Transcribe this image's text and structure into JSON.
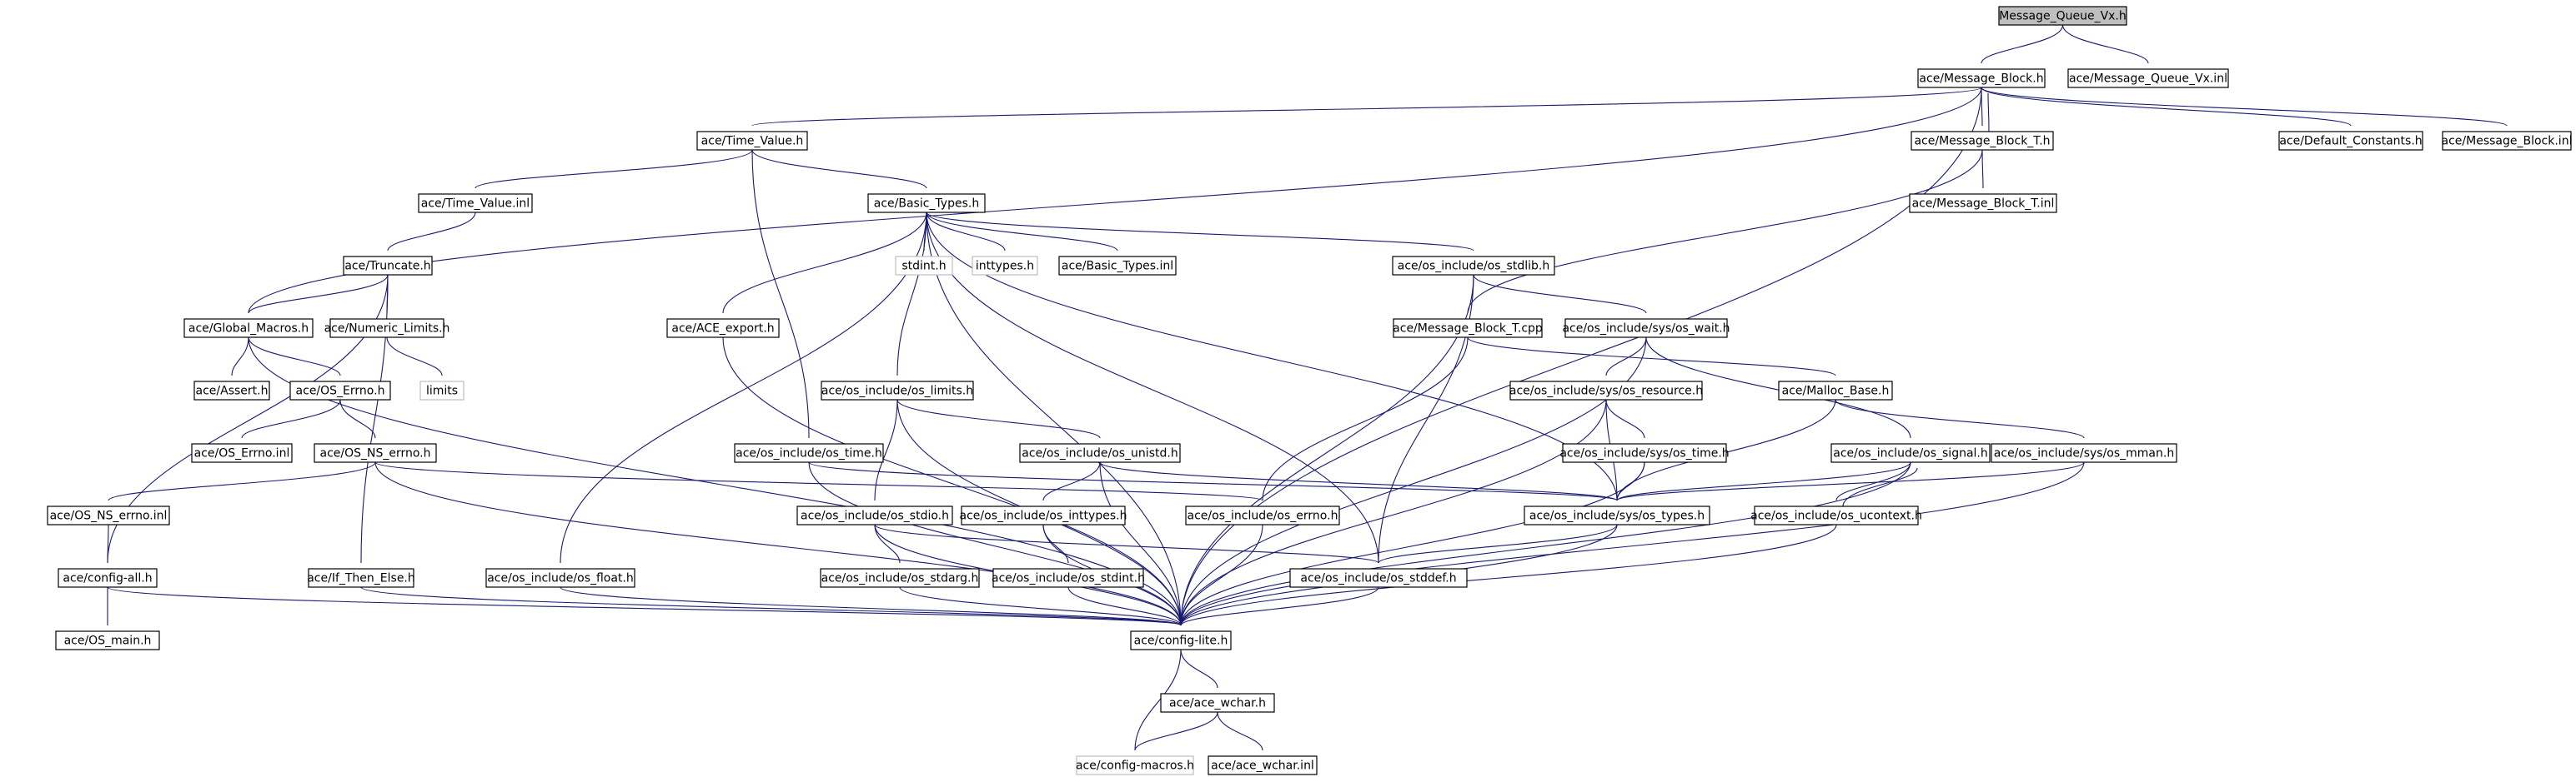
{
  "graph": {
    "nodes": [
      {
        "id": "mqvx",
        "label": "Message_Queue_Vx.h",
        "style": "root"
      },
      {
        "id": "mb",
        "label": "ace/Message_Block.h"
      },
      {
        "id": "mqvxinl",
        "label": "ace/Message_Queue_Vx.inl"
      },
      {
        "id": "tv",
        "label": "ace/Time_Value.h"
      },
      {
        "id": "mbt",
        "label": "ace/Message_Block_T.h"
      },
      {
        "id": "dc",
        "label": "ace/Default_Constants.h"
      },
      {
        "id": "mbinl",
        "label": "ace/Message_Block.inl"
      },
      {
        "id": "mbtinl",
        "label": "ace/Message_Block_T.inl"
      },
      {
        "id": "tvinl",
        "label": "ace/Time_Value.inl"
      },
      {
        "id": "bt",
        "label": "ace/Basic_Types.h"
      },
      {
        "id": "tr",
        "label": "ace/Truncate.h"
      },
      {
        "id": "stdint",
        "label": "stdint.h",
        "style": "ext"
      },
      {
        "id": "inttypes",
        "label": "inttypes.h",
        "style": "ext"
      },
      {
        "id": "btinl",
        "label": "ace/Basic_Types.inl"
      },
      {
        "id": "stdlib",
        "label": "ace/os_include/os_stdlib.h"
      },
      {
        "id": "gm",
        "label": "ace/Global_Macros.h"
      },
      {
        "id": "nl",
        "label": "ace/Numeric_Limits.h"
      },
      {
        "id": "ae",
        "label": "ace/ACE_export.h"
      },
      {
        "id": "mbtcpp",
        "label": "ace/Message_Block_T.cpp"
      },
      {
        "id": "wait",
        "label": "ace/os_include/sys/os_wait.h"
      },
      {
        "id": "as",
        "label": "ace/Assert.h"
      },
      {
        "id": "oe",
        "label": "ace/OS_Errno.h"
      },
      {
        "id": "lim",
        "label": "limits",
        "style": "ext"
      },
      {
        "id": "limits",
        "label": "ace/os_include/os_limits.h"
      },
      {
        "id": "res",
        "label": "ace/os_include/sys/os_resource.h"
      },
      {
        "id": "mbase",
        "label": "ace/Malloc_Base.h"
      },
      {
        "id": "oeinl",
        "label": "ace/OS_Errno.inl"
      },
      {
        "id": "nse",
        "label": "ace/OS_NS_errno.h"
      },
      {
        "id": "time",
        "label": "ace/os_include/os_time.h"
      },
      {
        "id": "unistd",
        "label": "ace/os_include/os_unistd.h"
      },
      {
        "id": "stime",
        "label": "ace/os_include/sys/os_time.h"
      },
      {
        "id": "sig",
        "label": "ace/os_include/os_signal.h"
      },
      {
        "id": "mman",
        "label": "ace/os_include/sys/os_mman.h"
      },
      {
        "id": "nseinl",
        "label": "ace/OS_NS_errno.inl"
      },
      {
        "id": "stdio",
        "label": "ace/os_include/os_stdio.h"
      },
      {
        "id": "intt",
        "label": "ace/os_include/os_inttypes.h"
      },
      {
        "id": "errno",
        "label": "ace/os_include/os_errno.h"
      },
      {
        "id": "types",
        "label": "ace/os_include/sys/os_types.h"
      },
      {
        "id": "uctx",
        "label": "ace/os_include/os_ucontext.h"
      },
      {
        "id": "ca",
        "label": "ace/config-all.h"
      },
      {
        "id": "ite",
        "label": "ace/If_Then_Else.h"
      },
      {
        "id": "float",
        "label": "ace/os_include/os_float.h"
      },
      {
        "id": "stdarg",
        "label": "ace/os_include/os_stdarg.h"
      },
      {
        "id": "sint",
        "label": "ace/os_include/os_stdint.h"
      },
      {
        "id": "stddef",
        "label": "ace/os_include/os_stddef.h"
      },
      {
        "id": "cl",
        "label": "ace/config-lite.h"
      },
      {
        "id": "osmain",
        "label": "ace/OS_main.h"
      },
      {
        "id": "wchar",
        "label": "ace/ace_wchar.h"
      },
      {
        "id": "cm",
        "label": "ace/config-macros.h",
        "style": "ext"
      },
      {
        "id": "wcharinl",
        "label": "ace/ace_wchar.inl"
      }
    ],
    "edges": [
      [
        "mqvx",
        "mb"
      ],
      [
        "mqvx",
        "mqvxinl"
      ],
      [
        "mb",
        "tv"
      ],
      [
        "mb",
        "mbt"
      ],
      [
        "mb",
        "dc"
      ],
      [
        "mb",
        "mbinl"
      ],
      [
        "mb",
        "gm"
      ],
      [
        "mb",
        "cl"
      ],
      [
        "mbt",
        "mb"
      ],
      [
        "mbt",
        "mbtinl"
      ],
      [
        "mbt",
        "mbtcpp"
      ],
      [
        "tv",
        "tvinl"
      ],
      [
        "tv",
        "bt"
      ],
      [
        "tv",
        "time"
      ],
      [
        "tvinl",
        "tr"
      ],
      [
        "tr",
        "gm"
      ],
      [
        "tr",
        "nl"
      ],
      [
        "tr",
        "ite"
      ],
      [
        "tr",
        "ca"
      ],
      [
        "nl",
        "lim"
      ],
      [
        "gm",
        "as"
      ],
      [
        "gm",
        "oe"
      ],
      [
        "gm",
        "cl"
      ],
      [
        "oe",
        "oeinl"
      ],
      [
        "oe",
        "nse"
      ],
      [
        "nse",
        "nseinl"
      ],
      [
        "nse",
        "errno"
      ],
      [
        "nse",
        "cl"
      ],
      [
        "nseinl",
        "ca"
      ],
      [
        "ca",
        "osmain"
      ],
      [
        "ca",
        "cl"
      ],
      [
        "ite",
        "cl"
      ],
      [
        "bt",
        "stdint"
      ],
      [
        "bt",
        "inttypes"
      ],
      [
        "bt",
        "btinl"
      ],
      [
        "bt",
        "stdlib"
      ],
      [
        "bt",
        "ae"
      ],
      [
        "bt",
        "limits"
      ],
      [
        "bt",
        "float"
      ],
      [
        "bt",
        "cl"
      ],
      [
        "bt",
        "stddef"
      ],
      [
        "bt",
        "types"
      ],
      [
        "ae",
        "cl"
      ],
      [
        "stdlib",
        "wait"
      ],
      [
        "stdlib",
        "stddef"
      ],
      [
        "stdlib",
        "cl"
      ],
      [
        "wait",
        "res"
      ],
      [
        "wait",
        "sig"
      ],
      [
        "wait",
        "cl"
      ],
      [
        "res",
        "stime"
      ],
      [
        "res",
        "types"
      ],
      [
        "res",
        "cl"
      ],
      [
        "stime",
        "types"
      ],
      [
        "stime",
        "cl"
      ],
      [
        "mbtcpp",
        "mbase"
      ],
      [
        "mbtcpp",
        "errno"
      ],
      [
        "mbase",
        "mman"
      ],
      [
        "mbase",
        "types"
      ],
      [
        "mman",
        "types"
      ],
      [
        "mman",
        "cl"
      ],
      [
        "sig",
        "types"
      ],
      [
        "sig",
        "uctx"
      ],
      [
        "sig",
        "cl"
      ],
      [
        "uctx",
        "sig"
      ],
      [
        "uctx",
        "cl"
      ],
      [
        "limits",
        "unistd"
      ],
      [
        "limits",
        "stdio"
      ],
      [
        "limits",
        "cl"
      ],
      [
        "unistd",
        "intt"
      ],
      [
        "unistd",
        "types"
      ],
      [
        "unistd",
        "cl"
      ],
      [
        "time",
        "types"
      ],
      [
        "time",
        "cl"
      ],
      [
        "intt",
        "sint"
      ],
      [
        "intt",
        "cl"
      ],
      [
        "stdio",
        "stdarg"
      ],
      [
        "stdio",
        "stddef"
      ],
      [
        "stdio",
        "cl"
      ],
      [
        "stdarg",
        "cl"
      ],
      [
        "sint",
        "cl"
      ],
      [
        "errno",
        "cl"
      ],
      [
        "float",
        "cl"
      ],
      [
        "types",
        "stddef"
      ],
      [
        "types",
        "cl"
      ],
      [
        "stddef",
        "cl"
      ],
      [
        "cl",
        "wchar"
      ],
      [
        "cl",
        "cm"
      ],
      [
        "wchar",
        "cm"
      ],
      [
        "wchar",
        "wcharinl"
      ]
    ]
  }
}
